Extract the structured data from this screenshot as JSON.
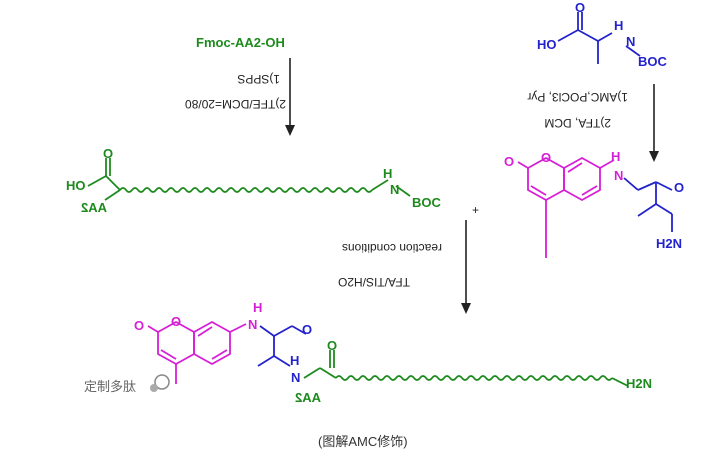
{
  "colors": {
    "green": "#1d8a1d",
    "blue": "#2323cc",
    "magenta": "#d61fd6",
    "black": "#222222",
    "gray": "#444444"
  },
  "reagents": {
    "fmoc_aa2": "Fmoc-AA2-OH",
    "spps": "1)SPPS",
    "tfe_dcm": "2)TFE/DCM=20/80",
    "amc_pocl3": "1)AMC,POCl3, Pyr",
    "tfa_dcm": "2)TFA, DCM",
    "reaction_conditions": "reaction conditions",
    "tfa_tis": "TFA/TIS/H2O"
  },
  "atoms": {
    "H": "H",
    "N": "N",
    "O": "O",
    "HO": "HO",
    "BOC": "BOC",
    "H2N": "H2N",
    "AA2": "AA2",
    "plus": "+"
  },
  "caption": "(图解AMC修饰)",
  "watermark": "定制多肽"
}
